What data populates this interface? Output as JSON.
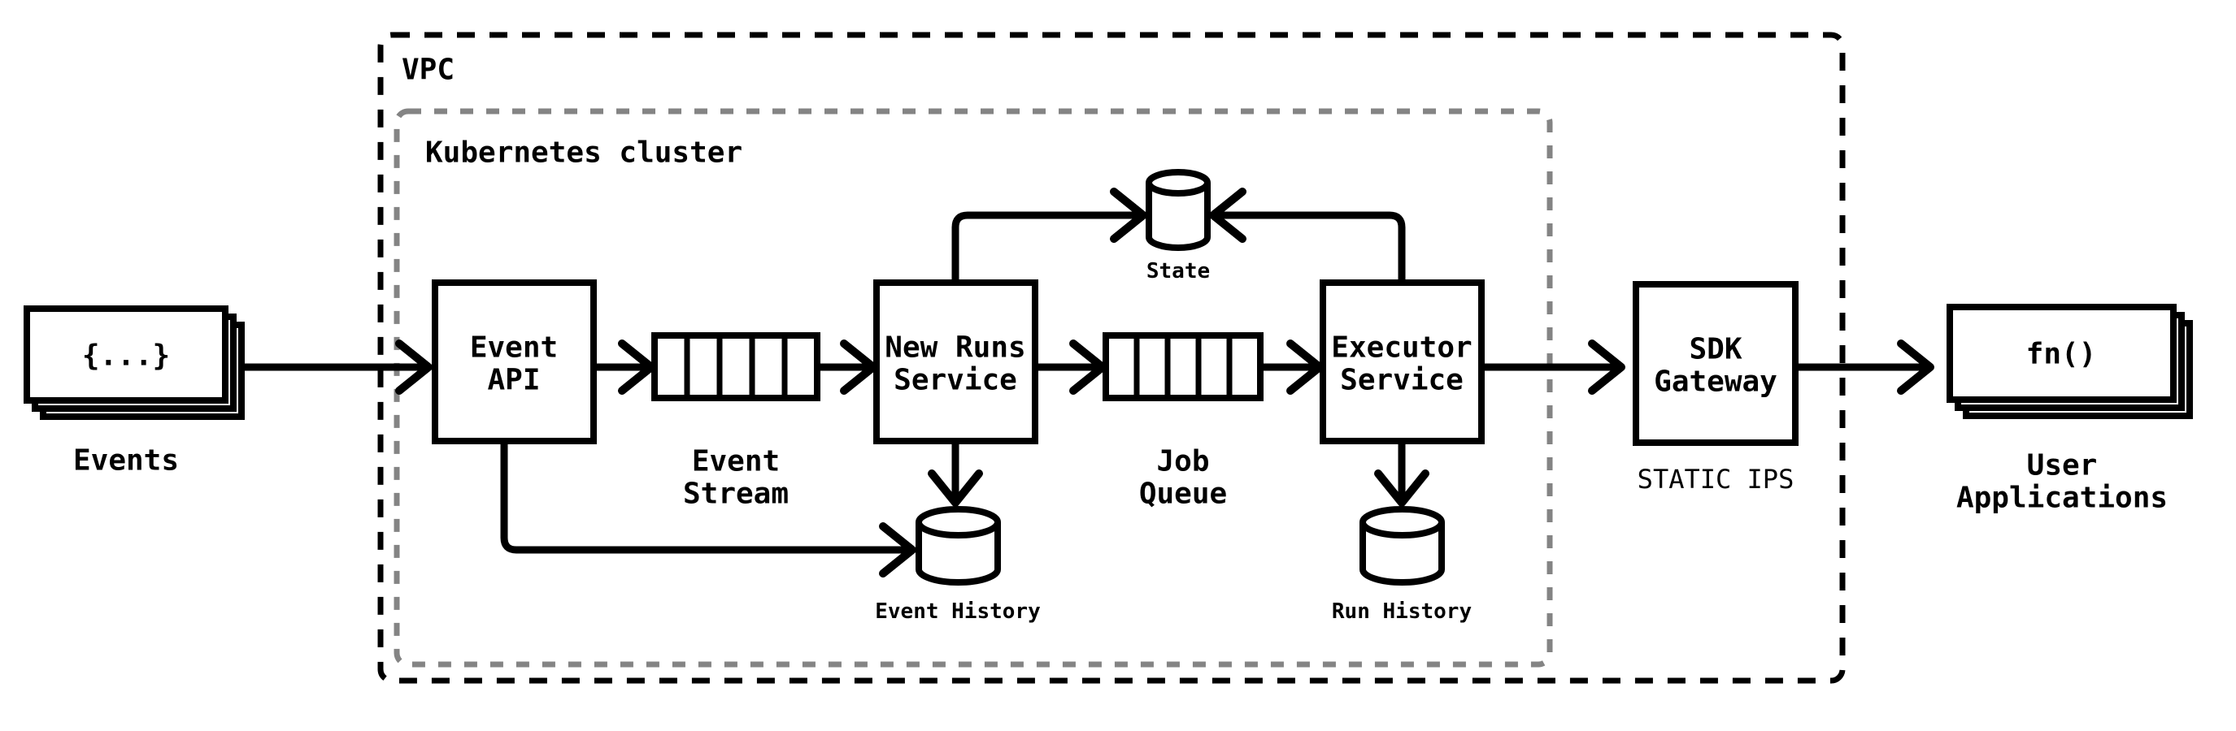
{
  "diagram": {
    "colors": {
      "stroke": "#000000",
      "cluster_border": "#848484",
      "background": "#ffffff"
    },
    "containers": {
      "vpc": {
        "label": "VPC"
      },
      "kubernetes_cluster": {
        "label": "Kubernetes cluster"
      }
    },
    "nodes": {
      "events": {
        "card_text": "{...}",
        "label": "Events"
      },
      "event_api": {
        "title_line1": "Event",
        "title_line2": "API"
      },
      "event_stream": {
        "label_line1": "Event",
        "label_line2": "Stream"
      },
      "new_runs_service": {
        "title_line1": "New Runs",
        "title_line2": "Service"
      },
      "state": {
        "label": "State"
      },
      "job_queue": {
        "label_line1": "Job",
        "label_line2": "Queue"
      },
      "executor_service": {
        "title_line1": "Executor",
        "title_line2": "Service"
      },
      "event_history": {
        "label": "Event History"
      },
      "run_history": {
        "label": "Run History"
      },
      "sdk_gateway": {
        "title_line1": "SDK",
        "title_line2": "Gateway",
        "sublabel": "STATIC IPS"
      },
      "user_applications": {
        "card_text": "fn()",
        "label_line1": "User",
        "label_line2": "Applications"
      }
    }
  }
}
